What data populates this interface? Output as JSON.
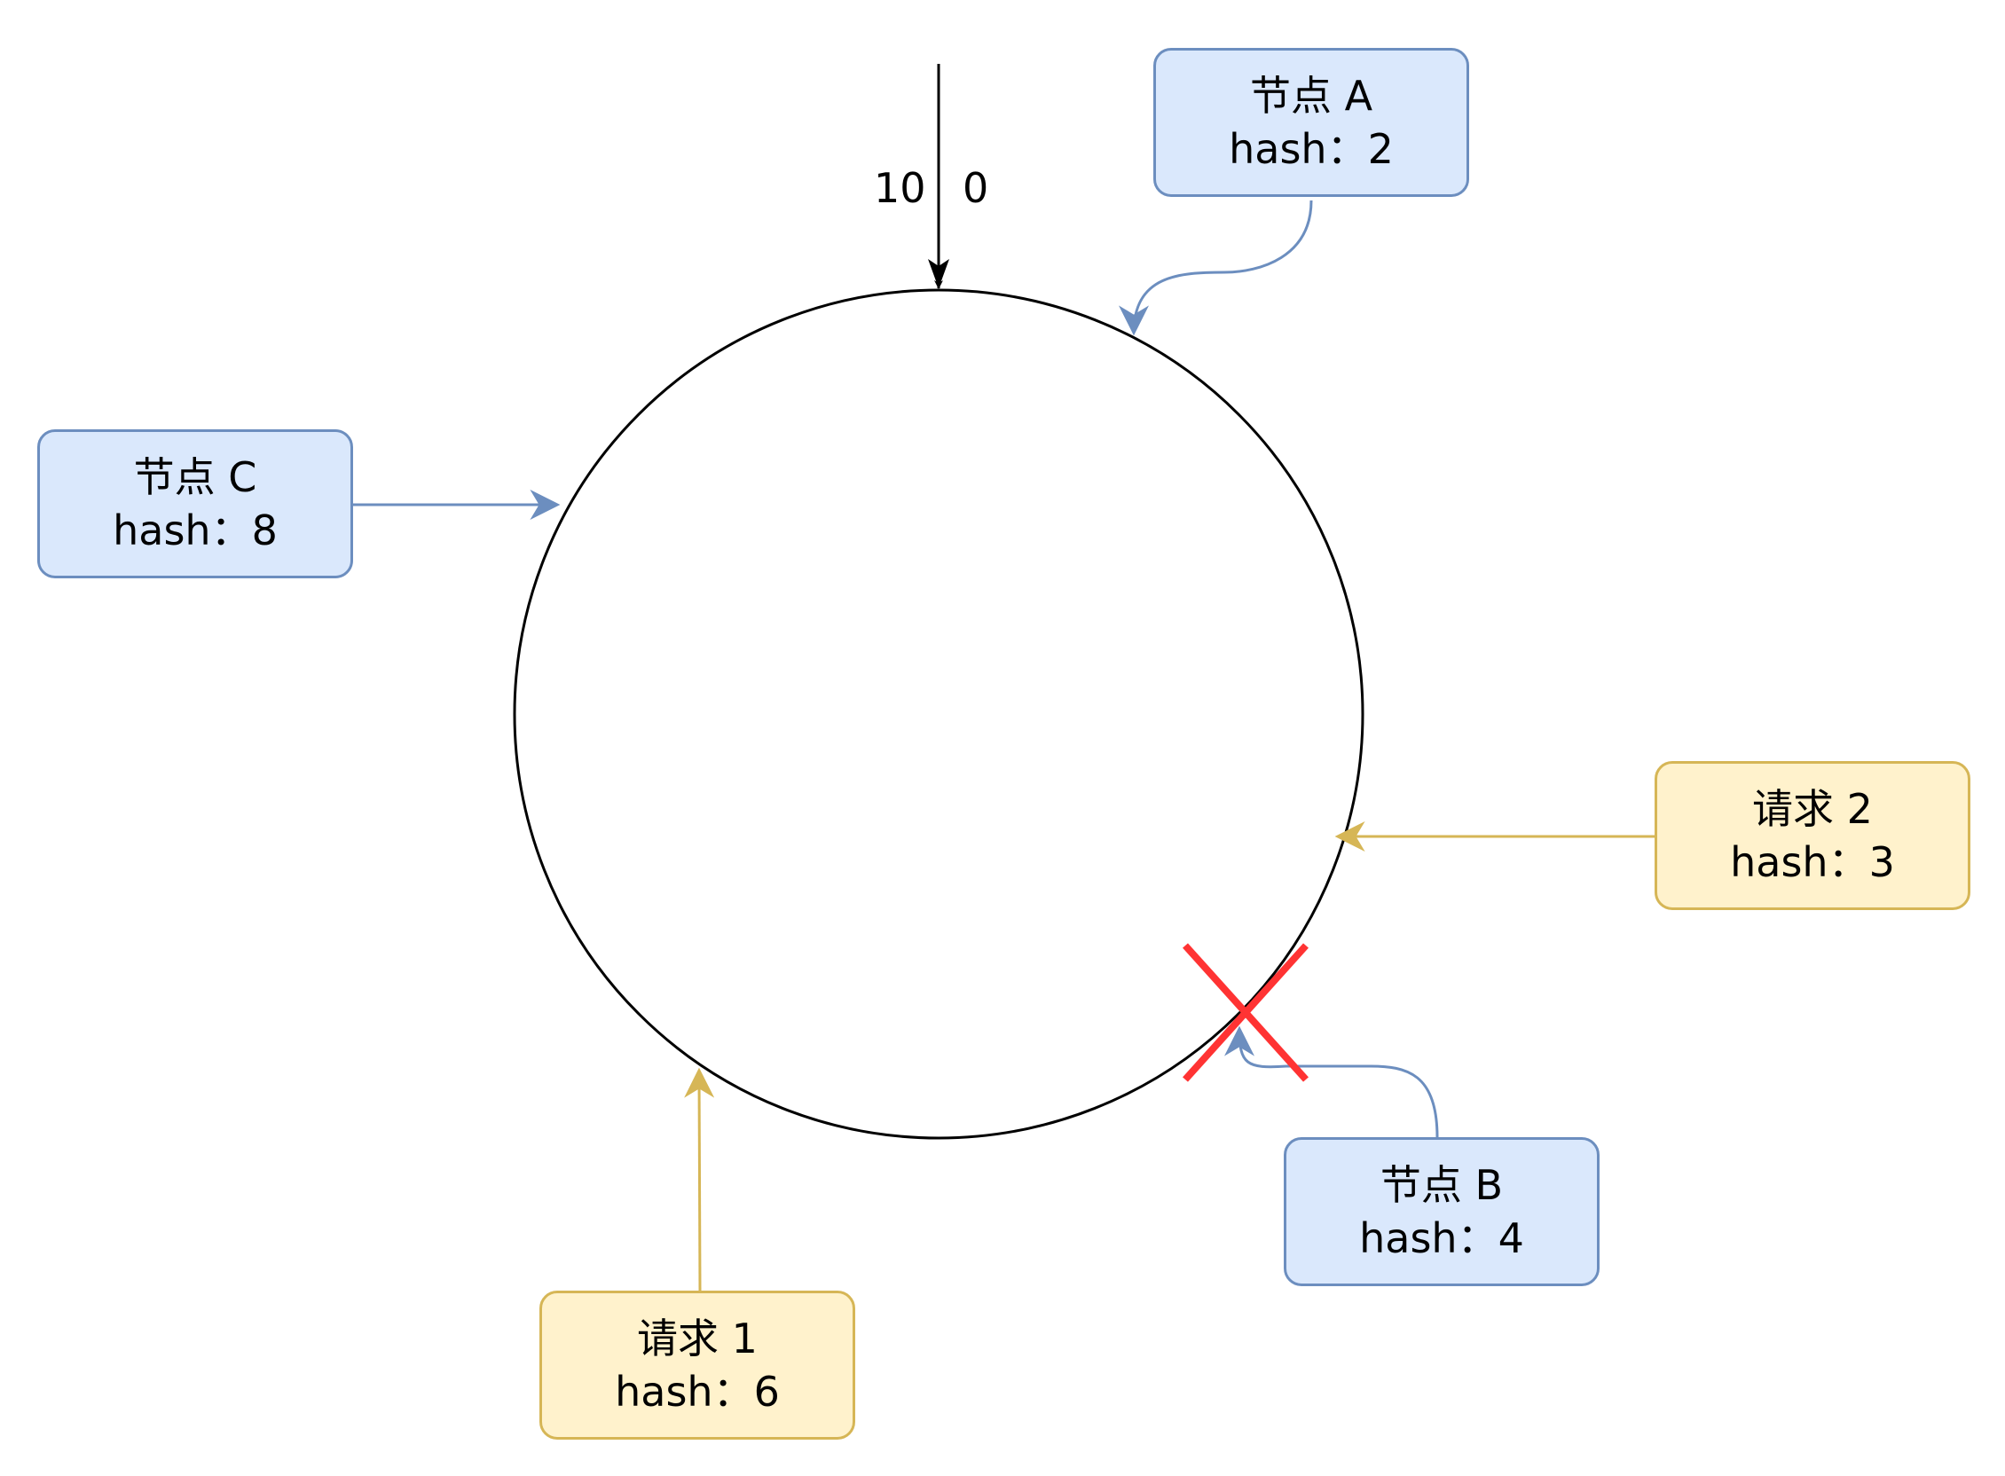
{
  "ring": {
    "start_label_left": "10",
    "start_label_right": "0"
  },
  "nodes": [
    {
      "id": "a",
      "name": "节点 A",
      "hash": "hash：2"
    },
    {
      "id": "b",
      "name": "节点 B",
      "hash": "hash：4"
    },
    {
      "id": "c",
      "name": "节点 C",
      "hash": "hash：8"
    }
  ],
  "requests": [
    {
      "id": "1",
      "name": "请求 1",
      "hash": "hash：6"
    },
    {
      "id": "2",
      "name": "请求 2",
      "hash": "hash：3"
    }
  ],
  "colors": {
    "node_fill": "#dae8fc",
    "node_stroke": "#6c8ebf",
    "request_fill": "#fff2cc",
    "request_stroke": "#d6b656",
    "ring_stroke": "#000000",
    "removed_mark": "#ff3333"
  },
  "icons": {
    "removed_marker": "x-mark-icon"
  }
}
